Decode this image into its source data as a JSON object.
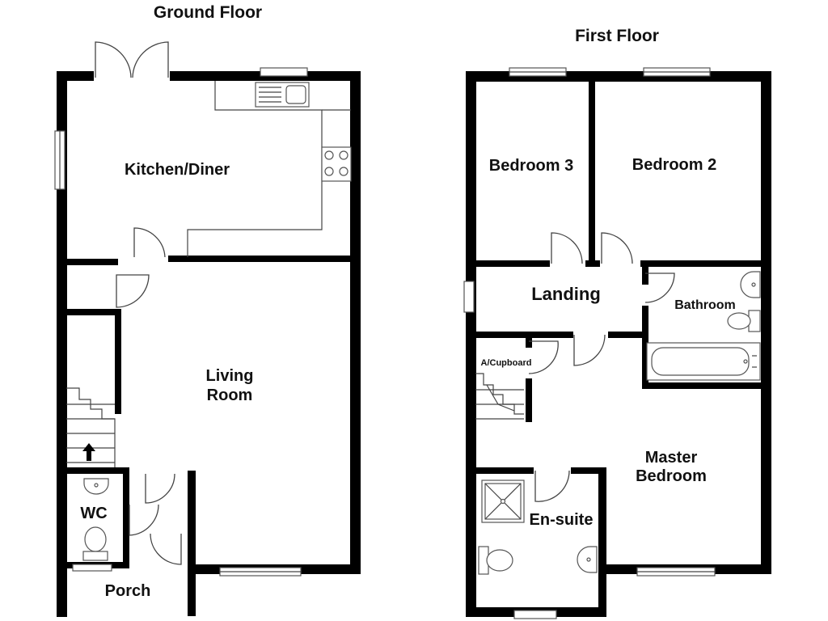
{
  "floors": {
    "ground": {
      "title": "Ground Floor",
      "rooms": {
        "kitchen": "Kitchen/Diner",
        "living_line1": "Living",
        "living_line2": "Room",
        "wc": "WC",
        "porch": "Porch"
      }
    },
    "first": {
      "title": "First Floor",
      "rooms": {
        "bedroom3": "Bedroom 3",
        "bedroom2": "Bedroom 2",
        "landing": "Landing",
        "bathroom": "Bathroom",
        "cupboard": "A/Cupboard",
        "master_line1": "Master",
        "master_line2": "Bedroom",
        "ensuite": "En-suite"
      }
    }
  },
  "colors": {
    "wall": "#000000",
    "fixture": "#555555",
    "background": "#ffffff"
  }
}
